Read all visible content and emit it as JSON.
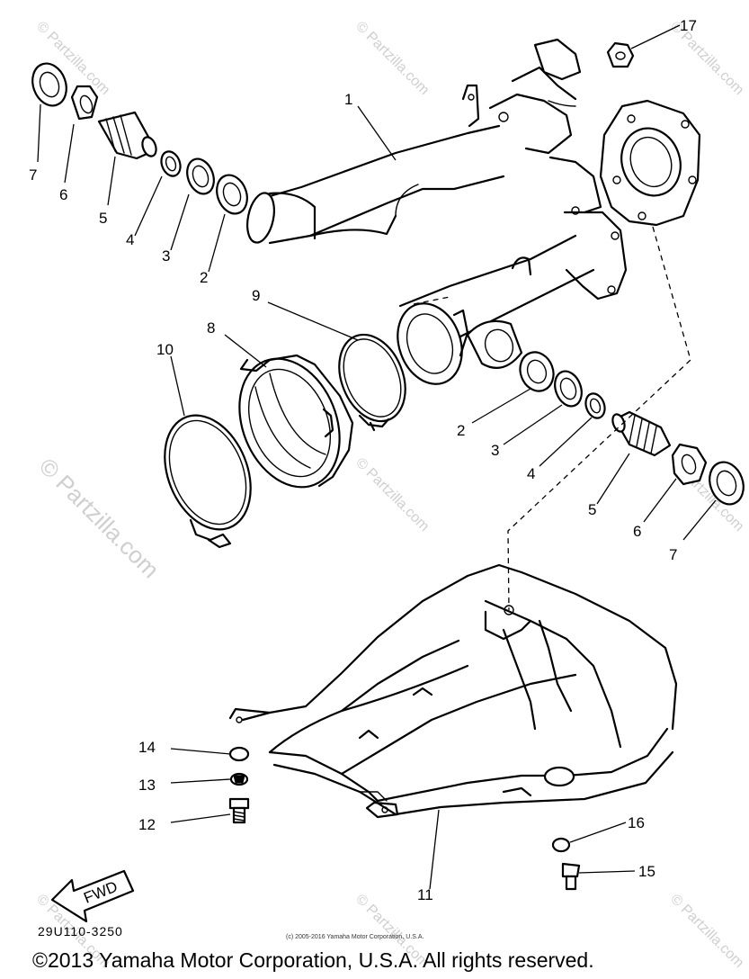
{
  "callouts": [
    {
      "id": "c17",
      "text": "17"
    },
    {
      "id": "c1",
      "text": "1"
    },
    {
      "id": "c7a",
      "text": "7"
    },
    {
      "id": "c6a",
      "text": "6"
    },
    {
      "id": "c5a",
      "text": "5"
    },
    {
      "id": "c4a",
      "text": "4"
    },
    {
      "id": "c3a",
      "text": "3"
    },
    {
      "id": "c2a",
      "text": "2"
    },
    {
      "id": "c9",
      "text": "9"
    },
    {
      "id": "c8",
      "text": "8"
    },
    {
      "id": "c10",
      "text": "10"
    },
    {
      "id": "c2b",
      "text": "2"
    },
    {
      "id": "c3b",
      "text": "3"
    },
    {
      "id": "c4b",
      "text": "4"
    },
    {
      "id": "c5b",
      "text": "5"
    },
    {
      "id": "c6b",
      "text": "6"
    },
    {
      "id": "c7b",
      "text": "7"
    },
    {
      "id": "c14",
      "text": "14"
    },
    {
      "id": "c13",
      "text": "13"
    },
    {
      "id": "c12",
      "text": "12"
    },
    {
      "id": "c16",
      "text": "16"
    },
    {
      "id": "c15",
      "text": "15"
    },
    {
      "id": "c11",
      "text": "11"
    }
  ],
  "fwd_label": "FWD",
  "diagram_code": "29U110-3250",
  "small_copyright": "(c) 2005-2016 Yamaha Motor Corporation, U.S.A.",
  "copyright": "©2013 Yamaha Motor Corporation, U.S.A. All rights reserved.",
  "watermark": "© Partzilla.com",
  "colors": {
    "line": "#000000",
    "watermark": "#cfcfcf",
    "background": "#ffffff"
  }
}
